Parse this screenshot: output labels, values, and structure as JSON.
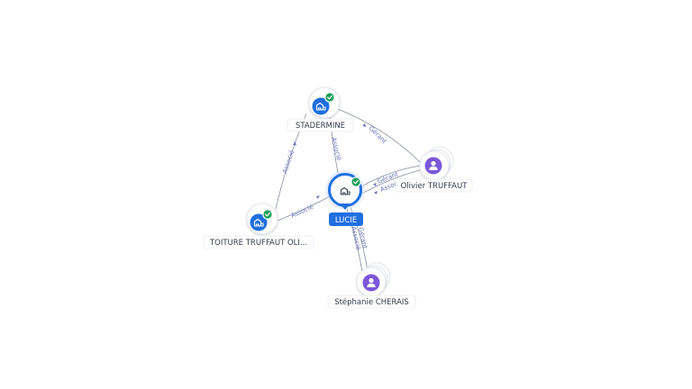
{
  "nodes": {
    "lucie": {
      "label": "LUCIE",
      "type": "company",
      "verified": true,
      "main": true
    },
    "stadermine": {
      "label": "STADERMINE",
      "type": "company",
      "verified": true
    },
    "toiture": {
      "label": "TOITURE TRUFFAUT OLI...",
      "type": "company",
      "verified": true
    },
    "olivier": {
      "label": "Olivier TRUFFAUT",
      "type": "person"
    },
    "stephanie": {
      "label": "Stéphanie CHERAIS",
      "type": "person"
    }
  },
  "edges": {
    "stadermine_lucie": "Associé",
    "toiture_stadermine": "Associé",
    "toiture_lucie": "Associé",
    "olivier_stadermine": "Gérant",
    "olivier_lucie_gerant": "Gérant",
    "olivier_lucie_associe": "Associé",
    "stephanie_lucie_gerant": "Gérant",
    "stephanie_lucie_associe": "Associé"
  },
  "colors": {
    "company": "#1f6fe0",
    "person": "#7b58d9",
    "verified": "#1aa05a",
    "edge": "#8a8fa2",
    "edge_label": "#6a74b8"
  },
  "icons": {
    "company": "building-icon",
    "person": "person-icon",
    "verified": "check-badge-icon"
  }
}
